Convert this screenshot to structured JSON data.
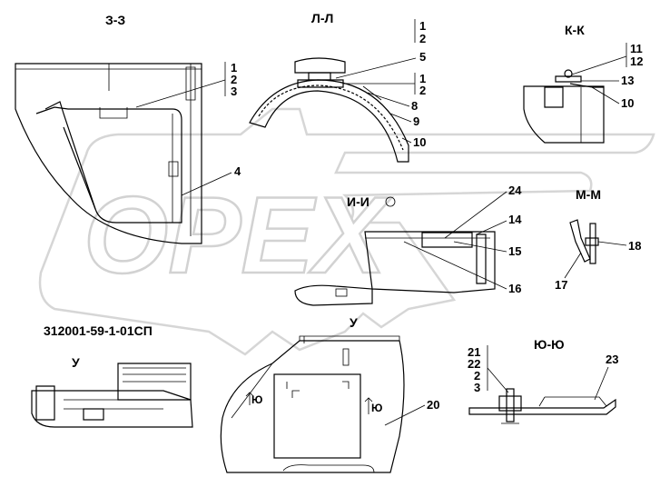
{
  "drawing_code": "312001-59-1-01СП",
  "watermark": "OPEX",
  "sections": {
    "z": "З-З",
    "l": "Л-Л",
    "k": "К-К",
    "i": "И-И",
    "m": "М-М",
    "u": "У",
    "yu": "Ю-Ю"
  },
  "view_u_label": "У",
  "section_markers": {
    "left": "Ю",
    "right": "Ю"
  },
  "callouts": {
    "z_stack": [
      "1",
      "2",
      "3"
    ],
    "z_4": "4",
    "l_stack_top": [
      "1",
      "2"
    ],
    "l_5": "5",
    "l_stack_mid": [
      "1",
      "2"
    ],
    "l_8": "8",
    "l_9": "9",
    "l_10": "10",
    "k_stack": [
      "11",
      "12"
    ],
    "k_13": "13",
    "k_10": "10",
    "i_24": "24",
    "i_14": "14",
    "i_15": "15",
    "i_16": "16",
    "m_18": "18",
    "m_17": "17",
    "u_20": "20",
    "yu_stack": [
      "21",
      "22",
      "2",
      "3"
    ],
    "yu_23": "23"
  },
  "colors": {
    "line": "#000000",
    "fill": "#ffffff",
    "dark_fill": "#333333",
    "watermark": "#d6d6d6"
  }
}
